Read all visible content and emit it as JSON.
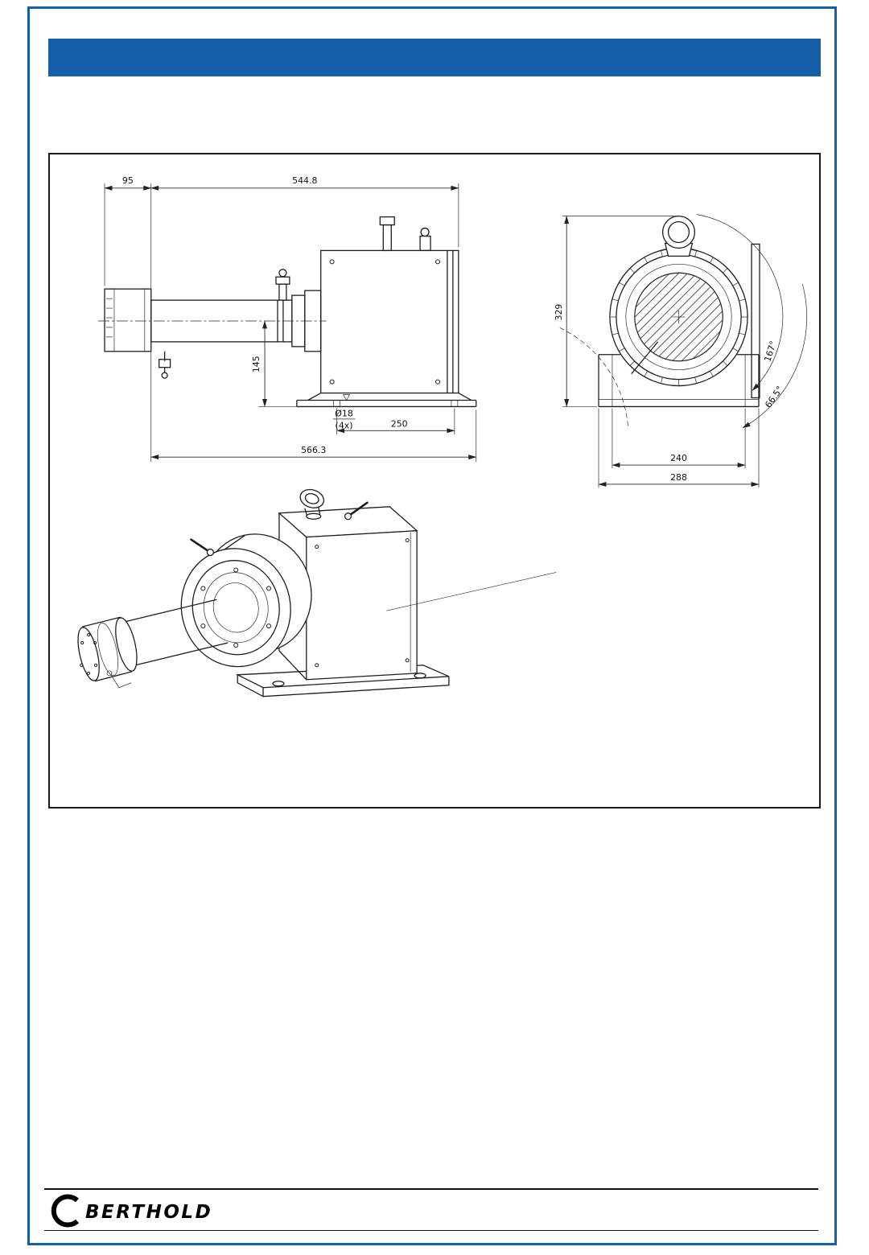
{
  "header": {
    "bar_color": "#155fa8"
  },
  "figure": {
    "side_view": {
      "dim_source_length": "95",
      "dim_housing_length": "544.8",
      "dim_axis_height": "145",
      "hole_diameter": "Ø18",
      "hole_count": "(4x)",
      "dim_foot_spacing": "250",
      "dim_overall_length": "566.3"
    },
    "front_view": {
      "dim_overall_height": "329",
      "angle_rotation": "167°",
      "angle_tilt": "66.5°",
      "dim_foot_inner": "240",
      "dim_base_width": "288"
    }
  },
  "footer": {
    "logo_text": "BERTHOLD"
  }
}
